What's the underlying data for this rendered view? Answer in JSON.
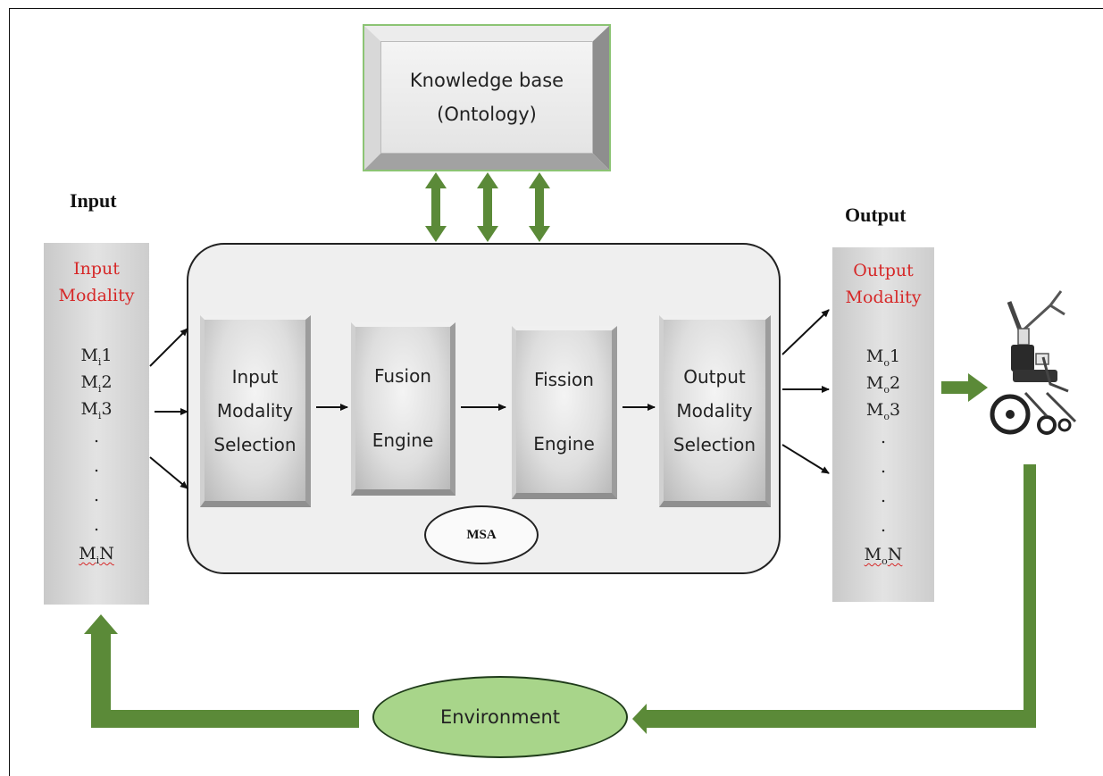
{
  "knowledge_base": {
    "line1": "Knowledge base",
    "line2": "(Ontology)"
  },
  "input_section": {
    "label": "Input",
    "title_line1": "Input",
    "title_line2": "Modality",
    "items": [
      {
        "prefix": "M",
        "sub": "i",
        "suffix": "1"
      },
      {
        "prefix": "M",
        "sub": "i",
        "suffix": "2"
      },
      {
        "prefix": "M",
        "sub": "i",
        "suffix": "3"
      },
      {
        "prefix": "M",
        "sub": "i",
        "suffix": "N"
      }
    ]
  },
  "output_section": {
    "label": "Output",
    "title_line1": "Output",
    "title_line2": "Modality",
    "items": [
      {
        "prefix": "M",
        "sub": "o",
        "suffix": "1"
      },
      {
        "prefix": "M",
        "sub": "o",
        "suffix": "2"
      },
      {
        "prefix": "M",
        "sub": "o",
        "suffix": "3"
      },
      {
        "prefix": "M",
        "sub": "o",
        "suffix": "N"
      }
    ]
  },
  "blocks": {
    "input_selection": {
      "line1": "Input",
      "line2": "Modality",
      "line3": "Selection"
    },
    "fusion": {
      "line1": "Fusion",
      "line2": "Engine"
    },
    "fission": {
      "line1": "Fission",
      "line2": "Engine"
    },
    "output_selection": {
      "line1": "Output",
      "line2": "Modality",
      "line3": "Selection"
    }
  },
  "msa_label": "MSA",
  "environment_label": "Environment",
  "robot": {
    "icon": "wheelchair-robot-icon"
  },
  "colors": {
    "green_arrow": "#5b8a38",
    "knowledge_border": "#8cc474",
    "modality_title": "#d62828",
    "environment_fill": "#a8d58a"
  }
}
